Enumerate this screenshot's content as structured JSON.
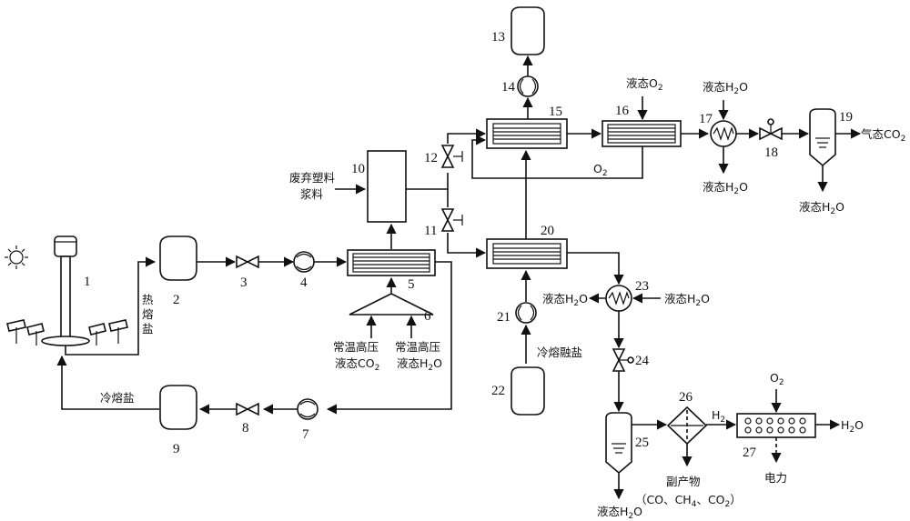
{
  "numbers": {
    "n1": "1",
    "n2": "2",
    "n3": "3",
    "n4": "4",
    "n5": "5",
    "n6": "6",
    "n7": "7",
    "n8": "8",
    "n9": "9",
    "n10": "10",
    "n11": "11",
    "n12": "12",
    "n13": "13",
    "n14": "14",
    "n15": "15",
    "n16": "16",
    "n17": "17",
    "n18": "18",
    "n19": "19",
    "n20": "20",
    "n21": "21",
    "n22": "22",
    "n23": "23",
    "n24": "24",
    "n25": "25",
    "n26": "26",
    "n27": "27"
  },
  "labels": {
    "hot_salt": "热熔盐",
    "cold_salt": "冷熔盐",
    "waste_plastic_1": "废弃塑料",
    "waste_plastic_2": "浆料",
    "co2_1": "常温高压",
    "co2_2": "液态CO",
    "co2_sub": "2",
    "h2o_in_1": "常温高压",
    "h2o_in_2": "液态H",
    "h2o_in_sub": "2",
    "h2o_in_tail": "O",
    "liquid_o2": "液态O",
    "liquid_o2_sub": "2",
    "o2_recycle": "O",
    "o2_recycle_sub": "2",
    "liq_h2o_17_top": "液态H",
    "liq_h2o_17_bot": "液态H",
    "liq_h2o_19": "液态H",
    "liq_h2o_23_left": "液态H",
    "liq_h2o_23_right": "液态H",
    "liq_h2o_25": "液态H",
    "h2o_sub": "2",
    "o_tail": "O",
    "gas_co2": "气态CO",
    "gas_co2_sub": "2",
    "cold_melt": "冷熔融盐",
    "h2": "H",
    "h2_sub": "2",
    "o2_27": "O",
    "o2_27_sub": "2",
    "h2o_27": "H",
    "h2o_27_sub": "2",
    "h2o_27_tail": "O",
    "power": "电力",
    "byproduct": "副产物",
    "byproduct_list": "（CO、CH",
    "byproduct_sub4": "4",
    "byproduct_mid": "、CO",
    "byproduct_sub2": "2",
    "byproduct_end": "）"
  }
}
